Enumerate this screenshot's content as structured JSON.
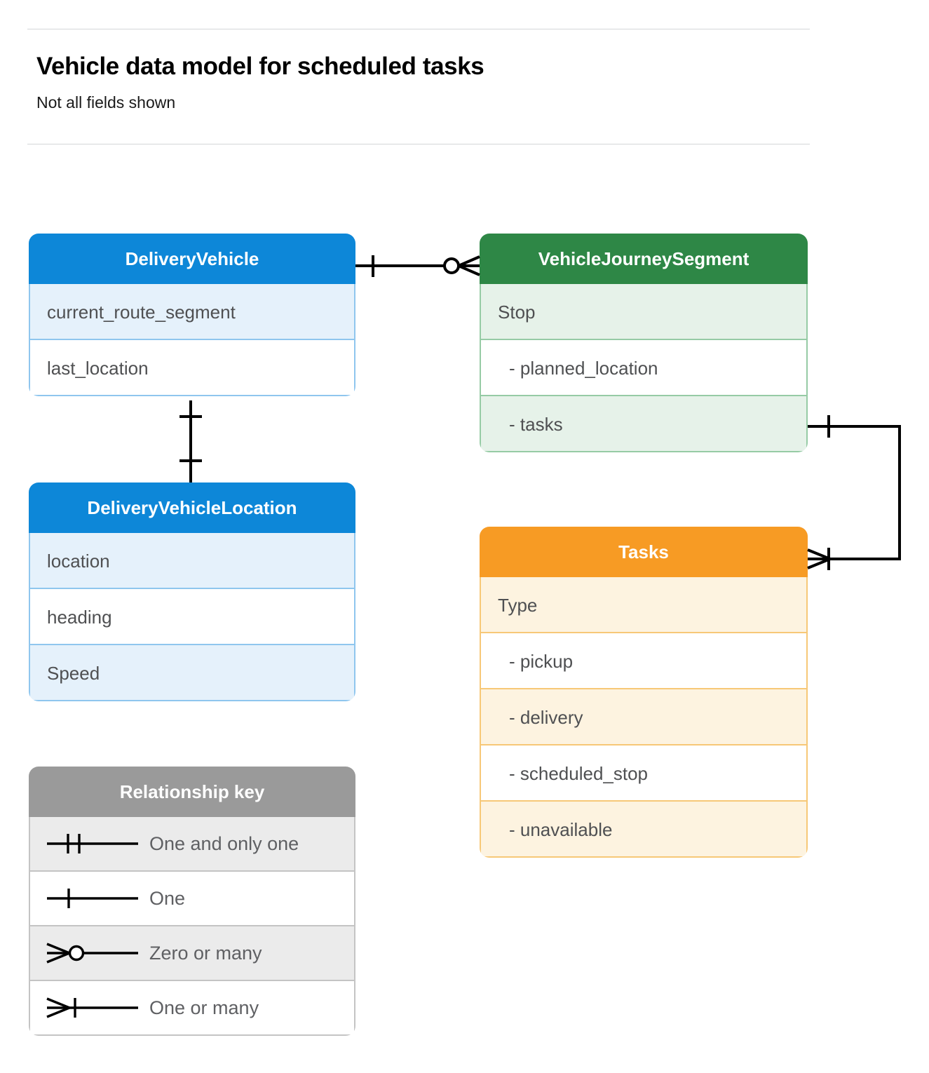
{
  "header": {
    "title": "Vehicle data model for scheduled tasks",
    "subtitle": "Not all fields shown"
  },
  "entities": [
    {
      "id": "delivery-vehicle",
      "name": "DeliveryVehicle",
      "color": "#0d87d8",
      "rows": [
        {
          "label": "current_route_segment",
          "sub": false
        },
        {
          "label": "last_location",
          "sub": false
        }
      ]
    },
    {
      "id": "vehicle-journey-segment",
      "name": "VehicleJourneySegment",
      "color": "#2e8746",
      "rows": [
        {
          "label": "Stop",
          "sub": false
        },
        {
          "label": "-  planned_location",
          "sub": true
        },
        {
          "label": "- tasks",
          "sub": true
        }
      ]
    },
    {
      "id": "delivery-vehicle-location",
      "name": "DeliveryVehicleLocation",
      "color": "#0d87d8",
      "rows": [
        {
          "label": "location",
          "sub": false
        },
        {
          "label": "heading",
          "sub": false
        },
        {
          "label": "Speed",
          "sub": false
        }
      ]
    },
    {
      "id": "tasks",
      "name": "Tasks",
      "color": "#f79b24",
      "rows": [
        {
          "label": "Type",
          "sub": false
        },
        {
          "label": "-  pickup",
          "sub": true
        },
        {
          "label": "-  delivery",
          "sub": true
        },
        {
          "label": "-  scheduled_stop",
          "sub": true
        },
        {
          "label": "-  unavailable",
          "sub": true
        }
      ]
    }
  ],
  "legend": {
    "title": "Relationship key",
    "color": "#9a9a9a",
    "items": [
      {
        "symbol": "one-and-only-one-icon",
        "label": "One and only one"
      },
      {
        "symbol": "one-icon",
        "label": "One"
      },
      {
        "symbol": "zero-or-many-icon",
        "label": "Zero or many"
      },
      {
        "symbol": "one-or-many-icon",
        "label": "One or many"
      }
    ]
  },
  "relationships": [
    {
      "id": "dv-to-vjs",
      "from": "DeliveryVehicle",
      "to": "VehicleJourneySegment",
      "from_cardinality": "One",
      "to_cardinality": "Zero or many"
    },
    {
      "id": "dv-to-dvl",
      "from": "DeliveryVehicle",
      "to": "DeliveryVehicleLocation",
      "from_cardinality": "One",
      "to_cardinality": "One"
    },
    {
      "id": "vjs-tasks-to-tasks",
      "from": "VehicleJourneySegment.tasks",
      "to": "Tasks",
      "from_cardinality": "One",
      "to_cardinality": "One or many"
    }
  ],
  "colors": {
    "line": "#000000",
    "rule": "#d4d6d8",
    "row_text": "#4f5052",
    "legend_text": "#5f6063"
  }
}
